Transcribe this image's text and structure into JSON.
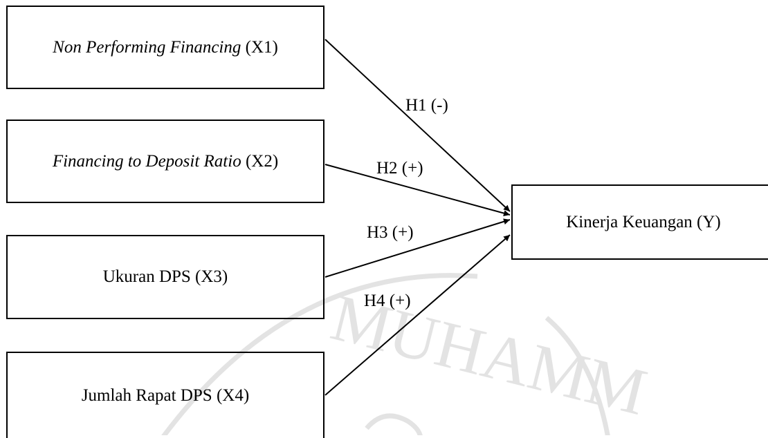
{
  "diagram": {
    "nodes": [
      {
        "id": "x1",
        "label_italic": "Non Performing Financing",
        "label_rest": " (X1)"
      },
      {
        "id": "x2",
        "label_italic": "Financing to Deposit Ratio",
        "label_rest": " (X2)"
      },
      {
        "id": "x3",
        "label": "Ukuran DPS (X3)"
      },
      {
        "id": "x4",
        "label": "Jumlah Rapat DPS (X4)"
      },
      {
        "id": "y",
        "label": "Kinerja Keuangan (Y)"
      }
    ],
    "edges": [
      {
        "from": "x1",
        "to": "y",
        "label": "H1 (-)"
      },
      {
        "from": "x2",
        "to": "y",
        "label": "H2 (+)"
      },
      {
        "from": "x3",
        "to": "y",
        "label": "H3 (+)"
      },
      {
        "from": "x4",
        "to": "y",
        "label": "H4 (+)"
      }
    ]
  },
  "watermark": {
    "text": "MUHAMM",
    "color": "#e3e3e3"
  },
  "colors": {
    "stroke": "#000000",
    "background": "#ffffff"
  }
}
